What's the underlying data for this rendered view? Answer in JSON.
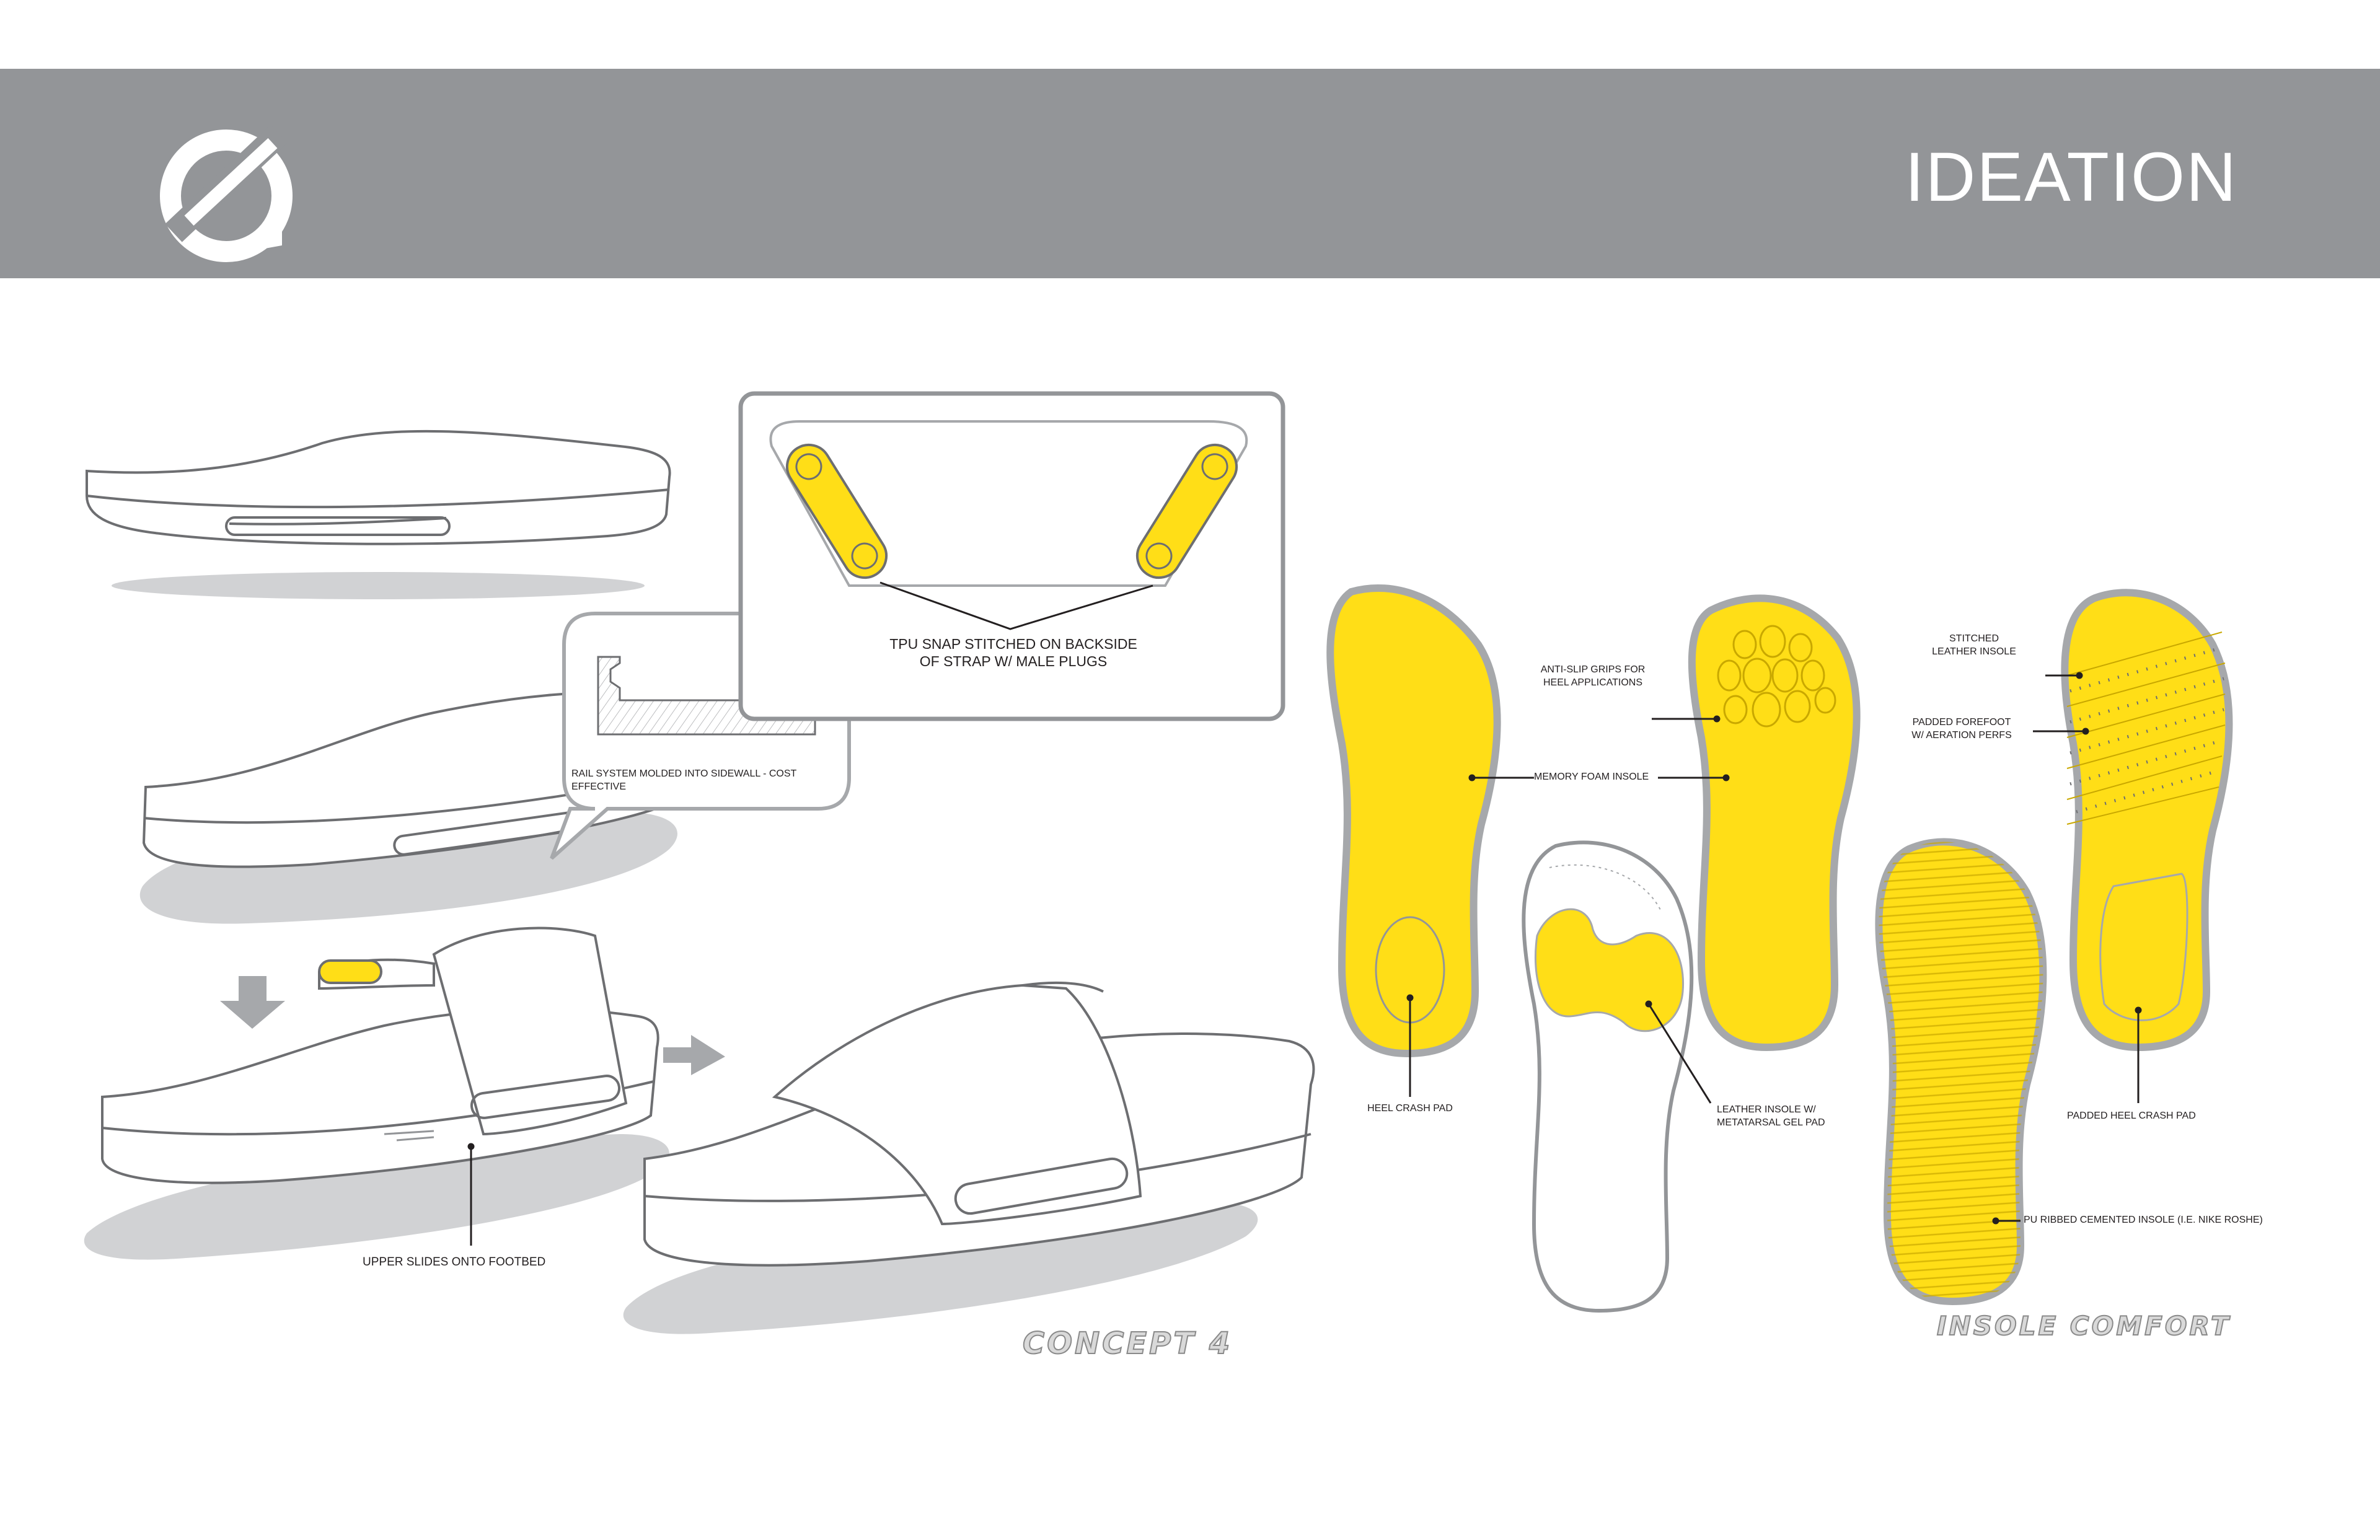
{
  "header": {
    "title": "IDEATION",
    "logo": "brand-logo",
    "background": "#939598"
  },
  "concept": {
    "heading": "CONCEPT 4",
    "labels": {
      "tpu_snap": "TPU SNAP STITCHED ON BACKSIDE\nOF STRAP W/ MALE PLUGS",
      "rail_system": "RAIL SYSTEM MOLDED INTO SIDEWALL - COST EFFECTIVE",
      "upper_slides": "UPPER SLIDES ONTO FOOTBED"
    }
  },
  "insole": {
    "heading": "INSOLE COMFORT",
    "labels": {
      "memory_foam": "MEMORY FOAM INSOLE",
      "heel_crash": "HEEL CRASH PAD",
      "anti_slip": "ANTI-SLIP GRIPS FOR\nHEEL APPLICATIONS",
      "leather_gel": "LEATHER INSOLE W/\nMETATARSAL GEL PAD",
      "stitched_leather": "STITCHED\nLEATHER INSOLE",
      "padded_forefoot": "PADDED FOREFOOT\nW/ AERATION PERFS",
      "padded_heel": "PADDED HEEL CRASH PAD",
      "pu_ribbed": "PU RIBBED CEMENTED INSOLE (i.e. NIKE ROSHE)"
    }
  },
  "colors": {
    "accent": "#ffde17",
    "outline": "#6d6e71",
    "shadow": "#d1d2d4"
  }
}
